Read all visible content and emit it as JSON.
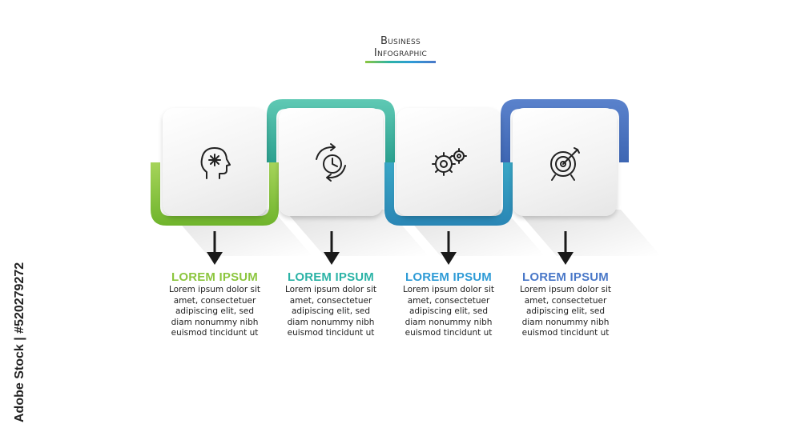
{
  "title": {
    "line1": "Business",
    "line2": "Infographic"
  },
  "colors": {
    "step1": "#8cc63f",
    "step2": "#2bb3a6",
    "step3": "#2e9bd6",
    "step4": "#4a78c8",
    "arrow": "#1a1a1a"
  },
  "steps": [
    {
      "icon": "head-idea-icon",
      "heading": "LOREM IPSUM",
      "body": [
        "Lorem ipsum dolor sit",
        "amet, consectetuer",
        "adipiscing elit, sed",
        "diam nonummy nibh",
        "euismod tincidunt ut"
      ]
    },
    {
      "icon": "clock-cycle-icon",
      "heading": "LOREM IPSUM",
      "body": [
        "Lorem ipsum dolor sit",
        "amet, consectetuer",
        "adipiscing elit, sed",
        "diam nonummy nibh",
        "euismod tincidunt ut"
      ]
    },
    {
      "icon": "gears-icon",
      "heading": "LOREM IPSUM",
      "body": [
        "Lorem ipsum dolor sit",
        "amet, consectetuer",
        "adipiscing elit, sed",
        "diam nonummy nibh",
        "euismod tincidunt ut"
      ]
    },
    {
      "icon": "target-icon",
      "heading": "LOREM IPSUM",
      "body": [
        "Lorem ipsum dolor sit",
        "amet, consectetuer",
        "adipiscing elit, sed",
        "diam nonummy nibh",
        "euismod tincidunt ut"
      ]
    }
  ],
  "watermark": "adobe-stock-watermark",
  "stock_id": "Adobe Stock | #520279272"
}
